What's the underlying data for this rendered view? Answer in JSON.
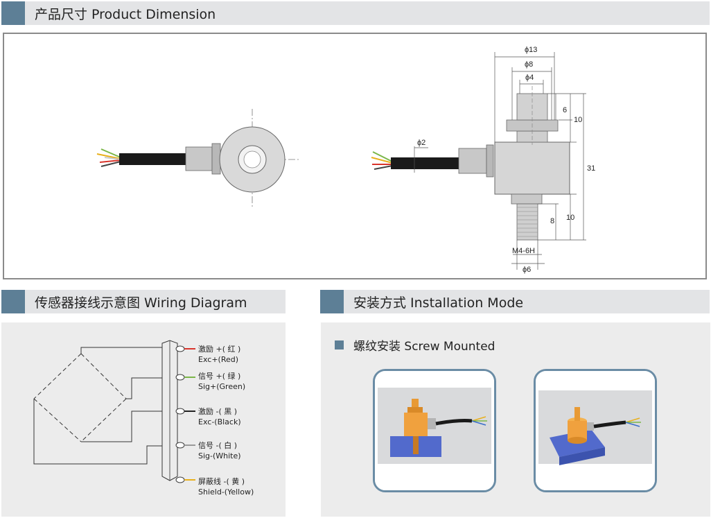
{
  "sections": {
    "dimension": {
      "title": "产品尺寸 Product Dimension"
    },
    "wiring": {
      "title": "传感器接线示意图  Wiring Diagram"
    },
    "install": {
      "title": "安装方式 Installation Mode",
      "subtitle": "螺纹安装 Screw Mounted"
    }
  },
  "dimensions": {
    "d13": "ϕ13",
    "d8": "ϕ8",
    "d4": "ϕ4",
    "d2": "ϕ2",
    "h6": "6",
    "h10_top": "10",
    "h31": "31",
    "h8": "8",
    "h10_bottom": "10",
    "thread": "M4-6H",
    "d6": "ϕ6"
  },
  "wiring": {
    "wires": [
      {
        "cn": "激励 +( 红 )",
        "en": "Exc+(Red)",
        "color": "#d9342b"
      },
      {
        "cn": "信号 +( 绿 )",
        "en": "Sig+(Green)",
        "color": "#7ab648"
      },
      {
        "cn": "激励 -( 黑 )",
        "en": "Exc-(Black)",
        "color": "#222222"
      },
      {
        "cn": "信号 -( 白 )",
        "en": "Sig-(White)",
        "color": "#ffffff"
      },
      {
        "cn": "屏蔽线 -( 黄 )",
        "en": "Shield-(Yellow)",
        "color": "#e8b01c"
      }
    ]
  },
  "colors": {
    "accent": "#5d7f96",
    "frame": "#6a8ca5",
    "panel": "#ececec",
    "bar": "#e3e4e6"
  }
}
